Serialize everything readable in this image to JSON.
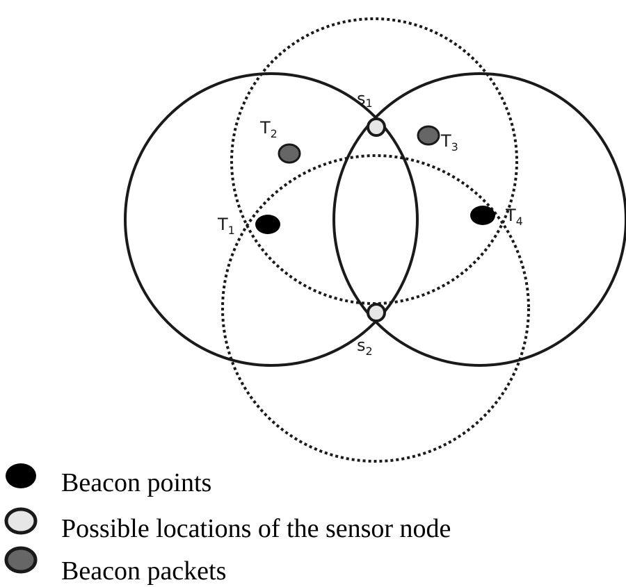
{
  "nodes": {
    "t1": {
      "main": "T",
      "sub": "1"
    },
    "t2": {
      "main": "T",
      "sub": "2"
    },
    "t3": {
      "main": "T",
      "sub": "3"
    },
    "t4": {
      "main": "T",
      "sub": "4"
    },
    "s1": {
      "main": "s",
      "sub": "1"
    },
    "s2": {
      "main": "s",
      "sub": "2"
    }
  },
  "legend": {
    "items": [
      {
        "label": "Beacon points",
        "color": "#000000"
      },
      {
        "label": "Possible locations of the sensor node",
        "color": "#e6e6e6"
      },
      {
        "label": "Beacon packets",
        "color": "#666666"
      }
    ]
  }
}
